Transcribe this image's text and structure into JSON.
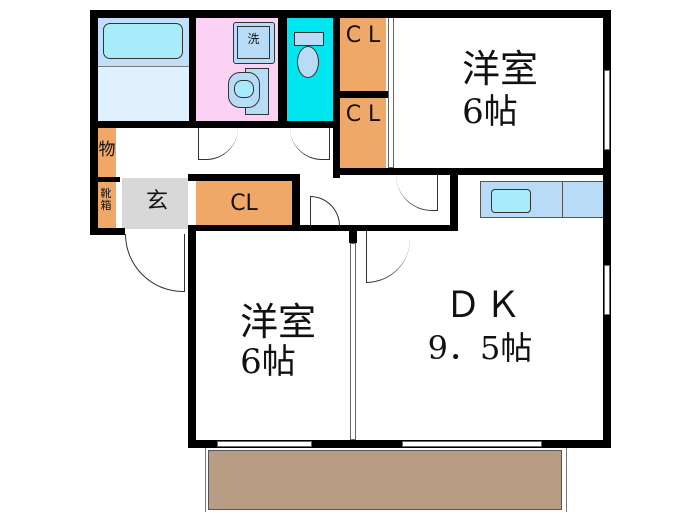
{
  "floor_plan": {
    "rooms": {
      "western_room_upper": {
        "name": "洋室",
        "size": "6帖"
      },
      "western_room_lower": {
        "name": "洋室",
        "size": "6帖"
      },
      "dining_kitchen": {
        "name": "ＤＫ",
        "size": "9．5帖"
      },
      "entrance": {
        "label": "玄"
      },
      "storage": {
        "label": "物"
      },
      "shoe_box": {
        "label": "靴箱"
      },
      "washer": {
        "label": "洗"
      }
    },
    "closets": {
      "cl_upper_1": {
        "label": "C L"
      },
      "cl_upper_2": {
        "label": "C L"
      },
      "cl_hall": {
        "label": "CL"
      }
    },
    "colors": {
      "bath": "#bfe0f8",
      "bath_tub": "#a8ecfc",
      "washroom": "#fcd2f4",
      "toilet": "#00e5ee",
      "closet": "#f0a868",
      "entrance": "#d8d8d8",
      "kitchen": "#b8dcf8",
      "balcony": "#b89c84",
      "wall": "#000000"
    }
  }
}
